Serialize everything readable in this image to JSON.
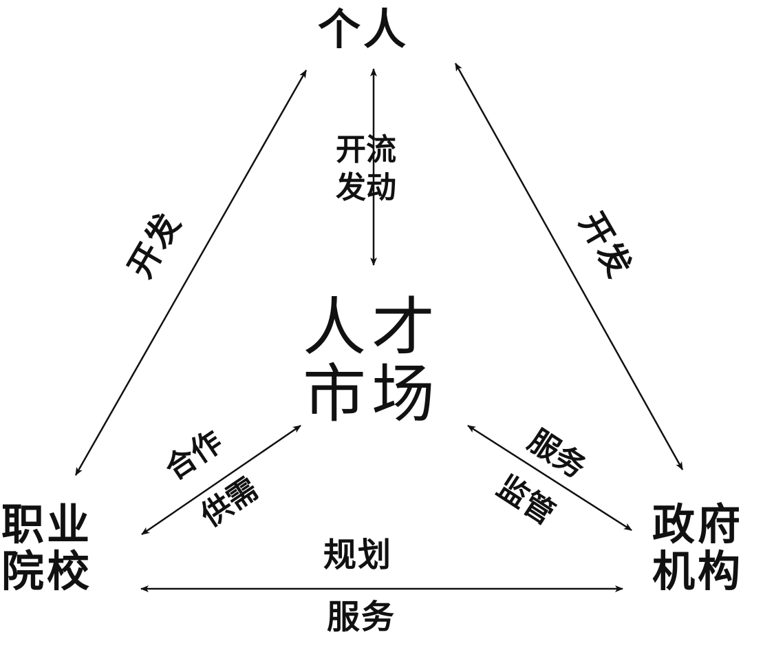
{
  "nodes": {
    "top": "个人",
    "center_line1": "人才",
    "center_line2": "市场",
    "left_line1": "职业",
    "left_line2": "院校",
    "right_line1": "政府",
    "right_line2": "机构"
  },
  "edges": {
    "left_diag": "开发",
    "right_diag": "开发",
    "vertical_line1": "开流",
    "vertical_line2": "发动",
    "bottom_left_top": "合作",
    "bottom_left_bottom": "供需",
    "bottom_right_top": "服务",
    "bottom_right_bottom": "监管",
    "bottom_top": "规划",
    "bottom_bottom": "服务"
  }
}
